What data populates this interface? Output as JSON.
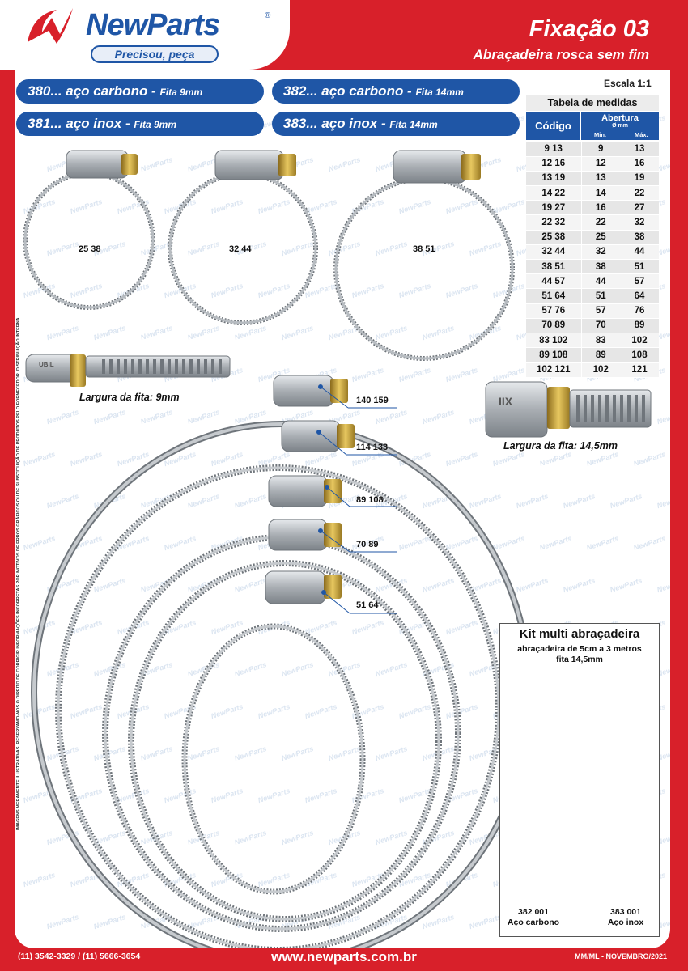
{
  "brand": {
    "name": "NewParts",
    "registered": "®",
    "slogan": "Precisou, peça"
  },
  "header": {
    "title": "Fixação 03",
    "subtitle": "Abraçadeira rosca sem fim"
  },
  "side_notice": "IMAGENS MERAMENTE ILUSTRATIVAS. RESERVAMO-NOS O DIREITO DE CORRIGIR INFORMAÇÕES INCORRETAS POR MOTIVOS DE ERROS GRÁFICOS OU DE SUBSTITUIÇÃO DE PRODUTOS PELO FORNECEDOR. DISTRIBUIÇÃO INTERNA.",
  "watermark": "NewParts",
  "product_lines": [
    {
      "main": "380... aço carbono - ",
      "detail": "Fita 9mm"
    },
    {
      "main": "382... aço carbono - ",
      "detail": "Fita 14mm"
    },
    {
      "main": "381... aço inox - ",
      "detail": "Fita 9mm"
    },
    {
      "main": "383... aço inox - ",
      "detail": "Fita 14mm"
    }
  ],
  "table": {
    "scale": "Escala 1:1",
    "title": "Tabela de medidas",
    "col_code": "Código",
    "col_opening": "Abertura",
    "col_opening_unit": "Ø mm",
    "col_min": "Min.",
    "col_max": "Máx.",
    "rows": [
      {
        "code": "9 13",
        "min": "9",
        "max": "13"
      },
      {
        "code": "12 16",
        "min": "12",
        "max": "16"
      },
      {
        "code": "13 19",
        "min": "13",
        "max": "19"
      },
      {
        "code": "14 22",
        "min": "14",
        "max": "22"
      },
      {
        "code": "19 27",
        "min": "16",
        "max": "27"
      },
      {
        "code": "22 32",
        "min": "22",
        "max": "32"
      },
      {
        "code": "25 38",
        "min": "25",
        "max": "38"
      },
      {
        "code": "32 44",
        "min": "32",
        "max": "44"
      },
      {
        "code": "38 51",
        "min": "38",
        "max": "51"
      },
      {
        "code": "44 57",
        "min": "44",
        "max": "57"
      },
      {
        "code": "51 64",
        "min": "51",
        "max": "64"
      },
      {
        "code": "57 76",
        "min": "57",
        "max": "76"
      },
      {
        "code": "70 89",
        "min": "70",
        "max": "89"
      },
      {
        "code": "83 102",
        "min": "83",
        "max": "102"
      },
      {
        "code": "89 108",
        "min": "89",
        "max": "108"
      },
      {
        "code": "102 121",
        "min": "102",
        "max": "121"
      }
    ]
  },
  "clamp_labels": {
    "small1": "25 38",
    "small2": "32 44",
    "small3": "38 51",
    "big1": "140 159",
    "big2": "114 133",
    "big3": "89 108",
    "big4": "70 89",
    "big5": "51 64"
  },
  "band_9": {
    "caption": "Largura da fita: 9mm",
    "stamp": "UBIL"
  },
  "band_14": {
    "caption": "Largura da fita: 14,5mm",
    "stamp": "IIX"
  },
  "kit": {
    "title": "Kit multi abraçadeira",
    "line1": "abraçadeira de 5cm a 3 metros",
    "line2": "fita 14,5mm",
    "item1_code": "382 001",
    "item1_name": "Aço carbono",
    "item2_code": "383 001",
    "item2_name": "Aço inox"
  },
  "footer": {
    "phones": "(11) 3542-3329 / (11) 5666-3654",
    "website": "www.newparts.com.br",
    "edition": "MM/ML - NOVEMBRO/2021"
  },
  "colors": {
    "brand_red": "#d8202a",
    "brand_blue": "#1f56a6",
    "brass": "#c9a23a",
    "steel": "#a9aeb3"
  }
}
